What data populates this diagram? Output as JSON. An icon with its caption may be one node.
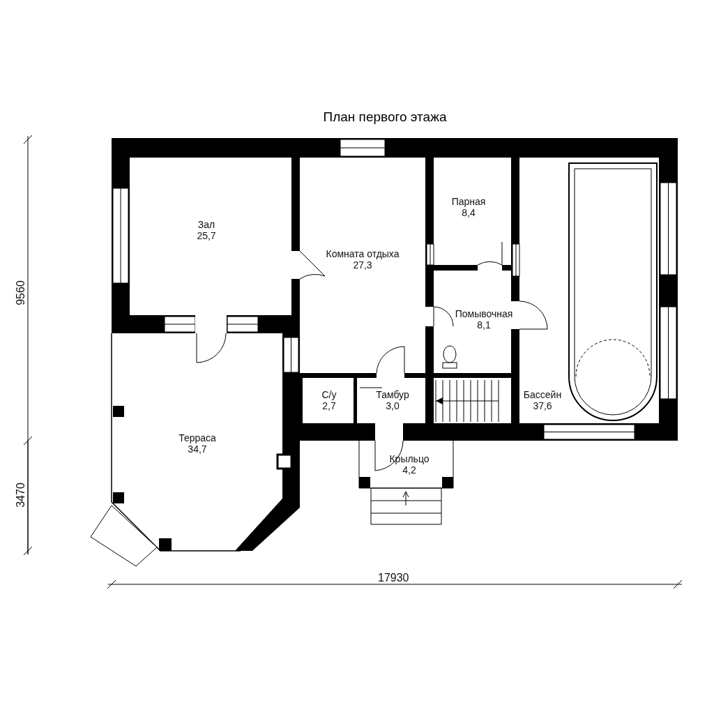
{
  "diagram": {
    "title": "План первого этажа",
    "nodes": [
      {
        "text": [
          "Зал",
          "25,7"
        ]
      },
      {
        "text": [
          "Комната отдыха",
          "27,3"
        ]
      },
      {
        "text": [
          "Парная",
          "8,4"
        ]
      },
      {
        "text": [
          "Помывочная",
          "8,1"
        ]
      },
      {
        "text": [
          "С/у",
          "2,7"
        ]
      },
      {
        "text": [
          "Тамбур",
          "3,0"
        ]
      },
      {
        "text": [
          "Бассейн",
          "37,6"
        ]
      },
      {
        "text": [
          "Терраса",
          "34,7"
        ]
      },
      {
        "text": [
          "Крыльцо",
          "4,2"
        ]
      }
    ],
    "edges": [],
    "labels": [
      "9560",
      "3470",
      "17930"
    ]
  }
}
